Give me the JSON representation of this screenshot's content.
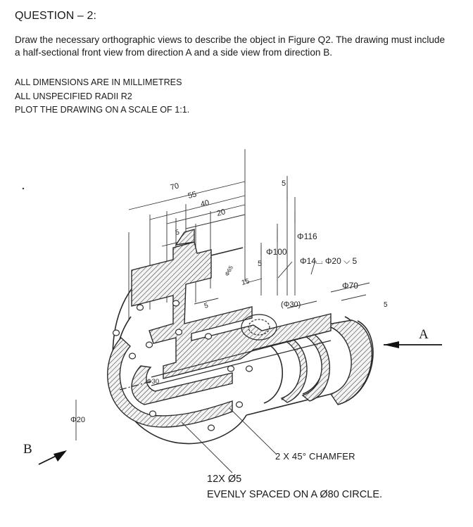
{
  "question": {
    "title": "QUESTION – 2:",
    "intro": "Draw the necessary orthographic views to describe the object in Figure Q2. The drawing must include a half-sectional front view from direction A and a side view from direction B.",
    "notes": [
      "ALL DIMENSIONS ARE IN MILLIMETRES",
      "ALL UNSPECIFIED RADII R2",
      "PLOT THE DRAWING ON A SCALE OF 1:1."
    ]
  },
  "figure": {
    "dimensions": {
      "d70": "70",
      "d55": "55",
      "d40": "40",
      "d20": "20",
      "d5_top": "5",
      "d5_left": "5",
      "d5_mid": "5",
      "d5_small": "5",
      "d15": "15",
      "d5_right": "5",
      "phi116": "Φ116",
      "phi100": "Φ100",
      "phi65": "Φ65",
      "cbore": "Φ14⌴ Φ20 ⌵ 5",
      "phi70": "Φ70",
      "phi30_ref": "(Φ30)",
      "phi30": "Φ30",
      "phi20": "Φ20"
    },
    "chamfer_note": "2 X 45° CHAMFER",
    "hole_note_line1": "12X Ø5",
    "hole_note_line2": "EVENLY SPACED ON A Ø80 CIRCLE.",
    "view_a": "A",
    "view_b": "B"
  }
}
